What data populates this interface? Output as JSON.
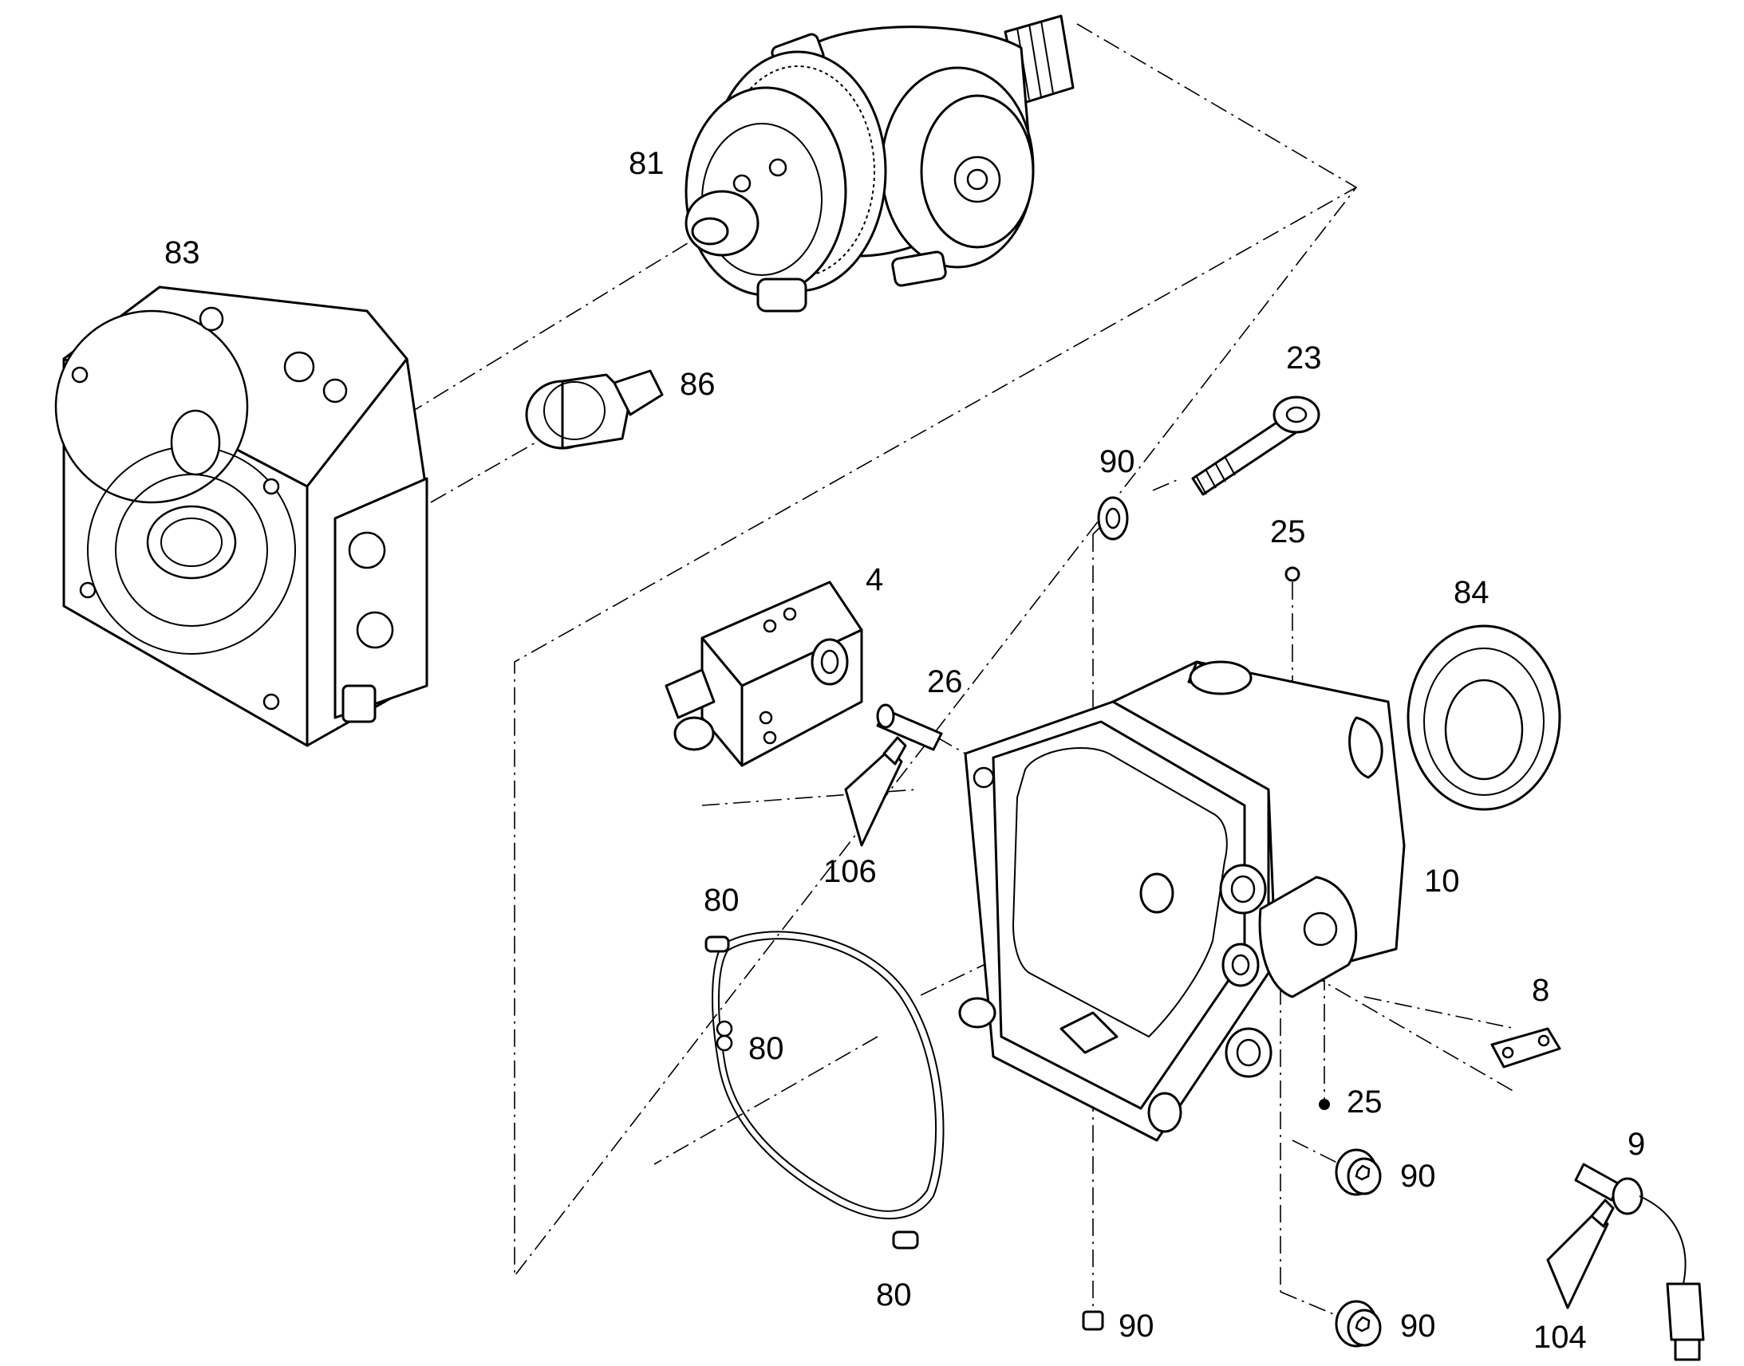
{
  "diagram": {
    "labels": {
      "p81": "81",
      "p83": "83",
      "p86": "86",
      "p23": "23",
      "p90a": "90",
      "p25a": "25",
      "p4": "4",
      "p84": "84",
      "p26": "26",
      "p106": "106",
      "p10": "10",
      "p80a": "80",
      "p80b": "80",
      "p80c": "80",
      "p8": "8",
      "p25b": "25",
      "p9": "9",
      "p90b": "90",
      "p90c": "90",
      "p90d": "90",
      "p104": "104"
    },
    "colors": {
      "line": "#000000",
      "background": "#ffffff"
    }
  }
}
